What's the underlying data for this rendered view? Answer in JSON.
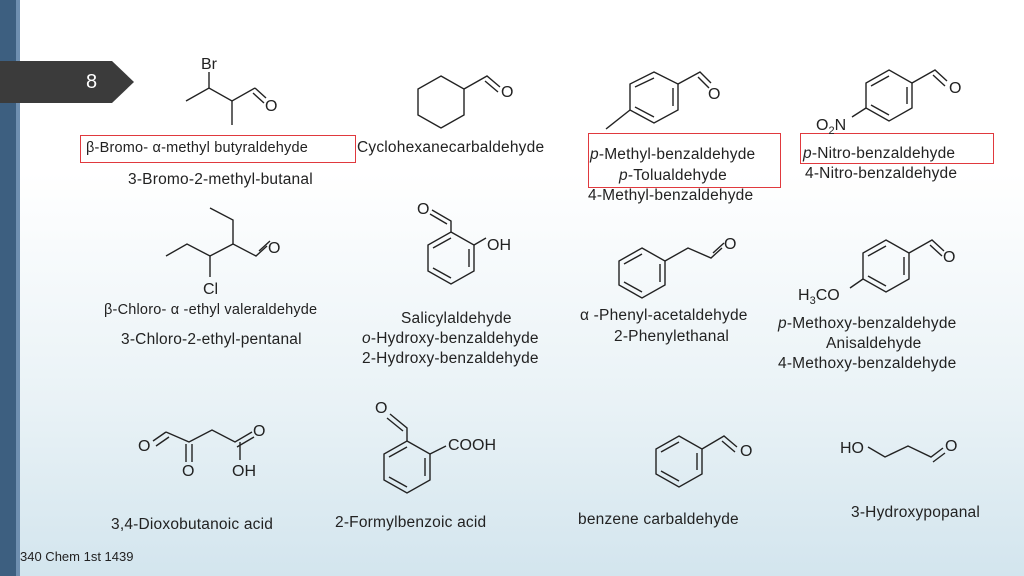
{
  "slide": {
    "number": "8",
    "footer": "340 Chem 1st 1439"
  },
  "labels": {
    "c1_l1": "β-Bromo- α-methyl butyraldehyde",
    "c1_l2": "3-Bromo-2-methyl-butanal",
    "c2_l1": "Cyclohexanecarbaldehyde",
    "c3_l1": "p-Methyl-benzaldehyde",
    "c3_l2": "p-Tolualdehyde",
    "c3_l3": "4-Methyl-benzaldehyde",
    "c4_l1": "p-Nitro-benzaldehyde",
    "c4_l2": "4-Nitro-benzaldehyde",
    "c5_l1": "β-Chloro- α -ethyl valeraldehyde",
    "c5_l2": "3-Chloro-2-ethyl-pentanal",
    "c6_l1": "Salicylaldehyde",
    "c6_l2": "o-Hydroxy-benzaldehyde",
    "c6_l3": "2-Hydroxy-benzaldehyde",
    "c7_l1": "α -Phenyl-acetaldehyde",
    "c7_l2": "2-Phenylethanal",
    "c8_l1": "p-Methoxy-benzaldehyde",
    "c8_l2": "Anisaldehyde",
    "c8_l3": "4-Methoxy-benzaldehyde",
    "c9_l1": "3,4-Dioxobutanoic acid",
    "c10_l1": "2-Formylbenzoic acid",
    "c11_l1": "benzene carbaldehyde",
    "c12_l1": "3-Hydroxypopanal"
  },
  "atoms": {
    "br": "Br",
    "o": "O",
    "cl": "Cl",
    "oh": "OH",
    "cooh": "COOH",
    "ho": "HO",
    "no2": "O2N",
    "h3co": "H3CO"
  },
  "colors": {
    "highlight_box": "#e0393e",
    "sidebar": "#3d5f80",
    "slide_number_bg": "#3b3b3b"
  }
}
